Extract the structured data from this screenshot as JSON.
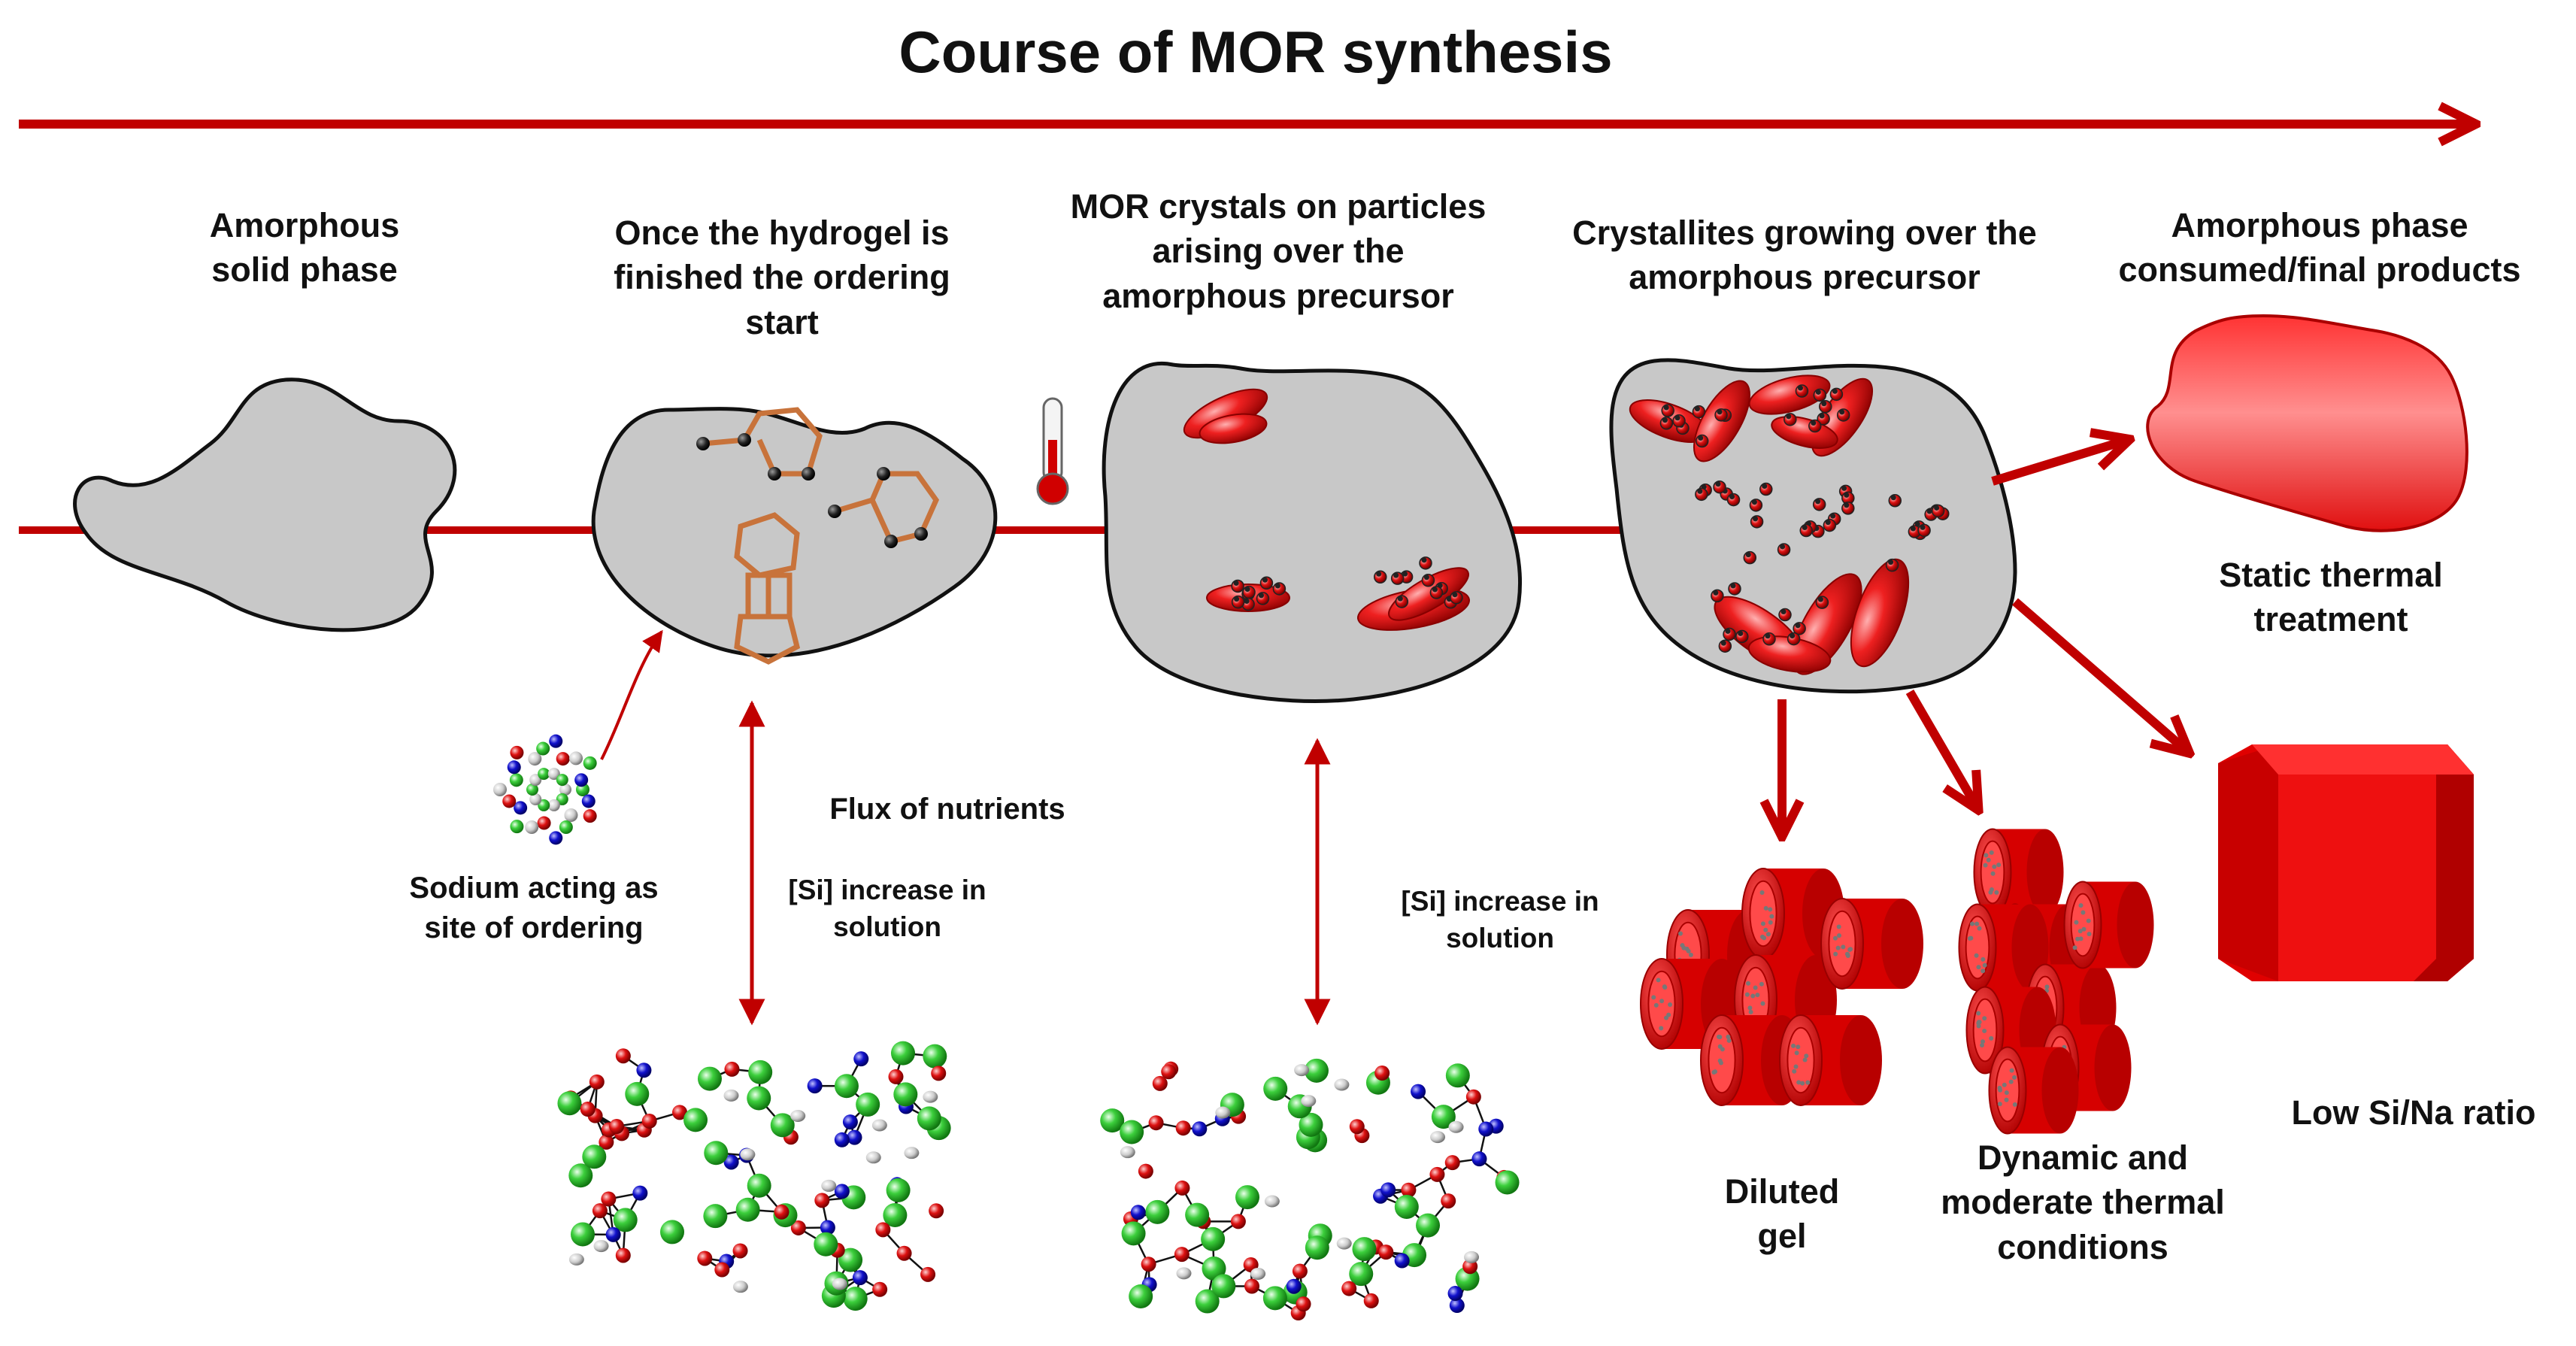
{
  "title": "Course of MOR synthesis",
  "stages": [
    {
      "label": "Amorphous\nsolid phase"
    },
    {
      "label": "Once the hydrogel is\nfinished the ordering\nstart"
    },
    {
      "label": "MOR crystals on particles\narising over the\namorphous precursor"
    },
    {
      "label": "Crystallites growing over the\namorphous precursor"
    },
    {
      "label": "Amorphous phase\nconsumed/final products"
    }
  ],
  "annotations": {
    "sodium": "Sodium acting as\nsite of ordering",
    "flux": "Flux of nutrients",
    "si_increase_1": "[Si] increase in\nsolution",
    "si_increase_2": "[Si] increase in\nsolution"
  },
  "products": {
    "static": "Static thermal\ntreatment",
    "low_si_na": "Low Si/Na ratio",
    "diluted": "Diluted\ngel",
    "dynamic": "Dynamic and\nmoderate thermal\nconditions"
  },
  "colors": {
    "arrow": "#c00000",
    "blob_fill": "#c8c8c8",
    "crystal": "#e81010",
    "template": "#e0905a",
    "green_atom": "#33cc33",
    "red_atom": "#dd1111",
    "blue_atom": "#1111cc"
  }
}
